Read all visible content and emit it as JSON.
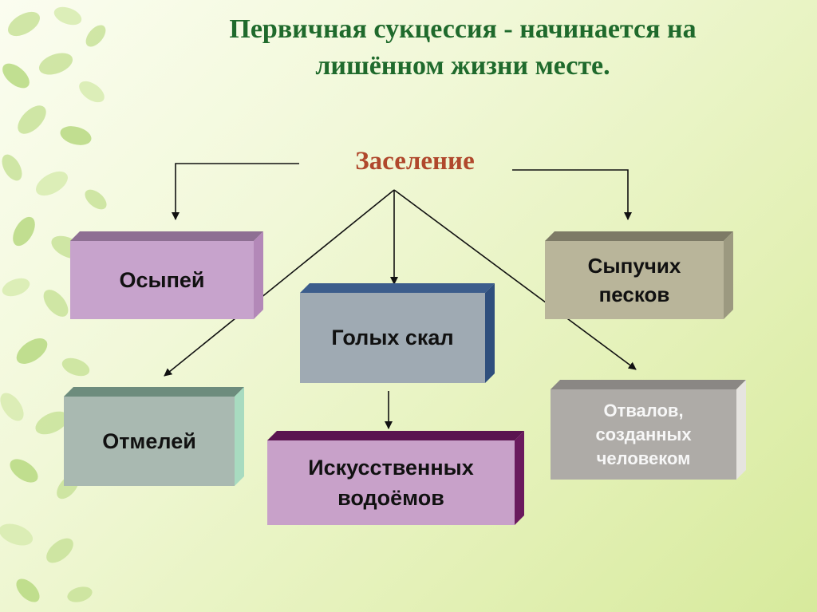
{
  "title": {
    "line1": "Первичная сукцессия - начинается на",
    "line2": "лишённом жизни месте."
  },
  "center": {
    "label": "Заселение"
  },
  "boxes": {
    "osypei": {
      "lines": [
        "Осыпей"
      ]
    },
    "golyh_skal": {
      "lines": [
        "Голых скал"
      ]
    },
    "sypuchih_peskov": {
      "lines": [
        "Сыпучих",
        "песков"
      ]
    },
    "otmelei": {
      "lines": [
        "Отмелей"
      ]
    },
    "iskusstvennyh": {
      "lines": [
        "Искусственных",
        "водоёмов"
      ]
    },
    "otvalov": {
      "lines": [
        "Отвалов,",
        "созданных",
        "человеком"
      ]
    }
  },
  "colors": {
    "title": "#1f6a2c",
    "center_label": "#b0482c",
    "arrow": "#111111",
    "osypei": "#c7a3cc",
    "golyh_skal": "#9faab3",
    "sypuchih_peskov": "#b9b59a",
    "otmelei": "#a9b9b1",
    "iskusstvennyh": "#c8a1c9",
    "otvalov": "#aeaba7"
  }
}
